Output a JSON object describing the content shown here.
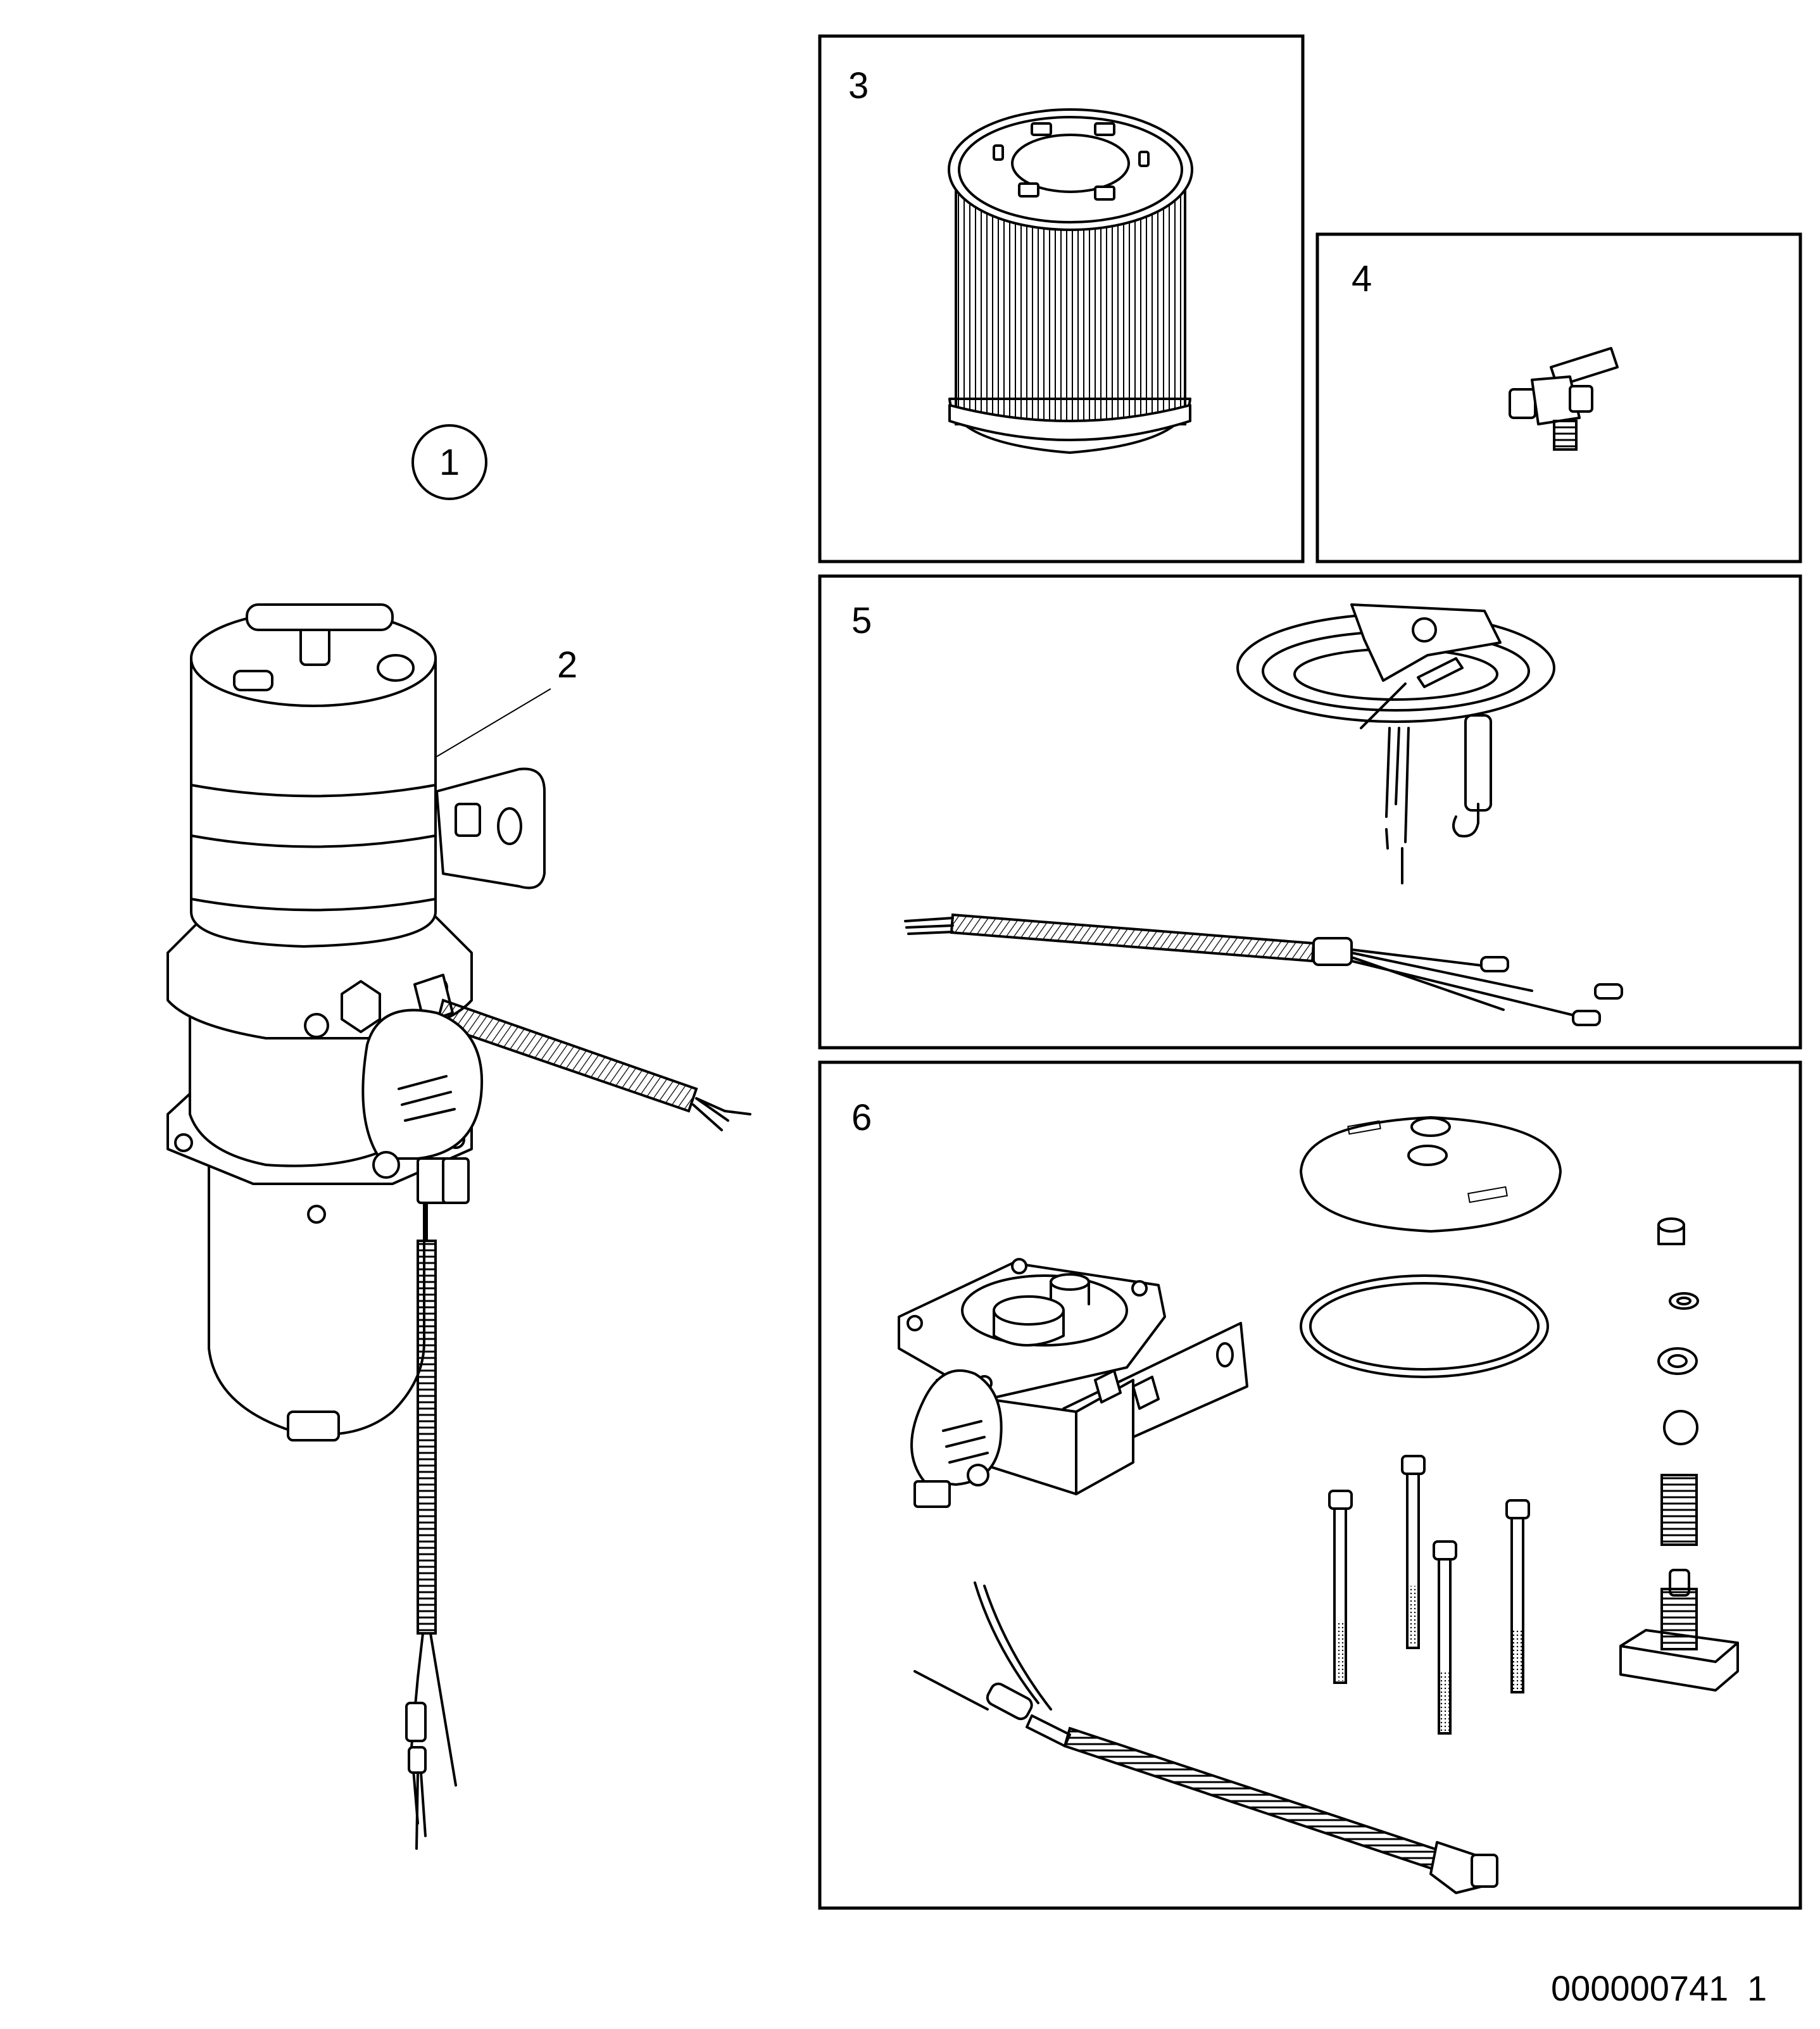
{
  "callouts": {
    "c1": "1",
    "c2": "2",
    "c3": "3",
    "c4": "4",
    "c5": "5",
    "c6": "6"
  },
  "footer": {
    "drawing_number": "000000741",
    "sheet": "1"
  }
}
